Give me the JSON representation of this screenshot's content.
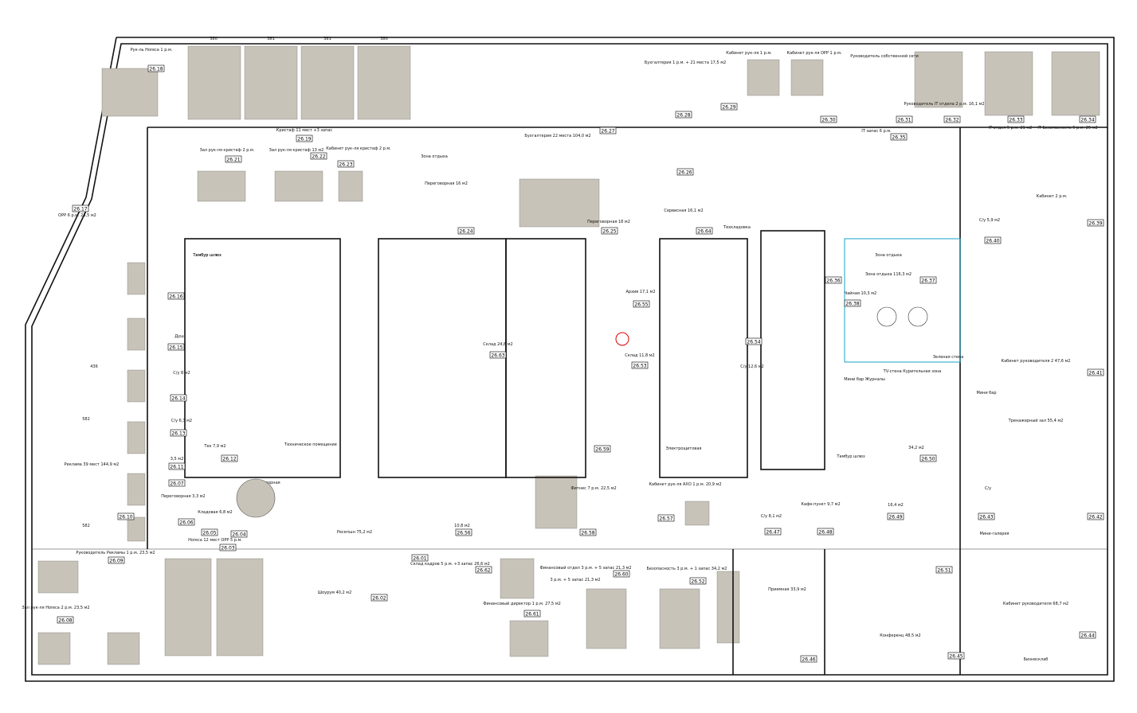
{
  "plan": {
    "rooms": [
      {
        "id": "26.18",
        "label": "Рук-ль Horeca 1 р.м."
      },
      {
        "id": "26.17",
        "label": "ОРР 6 р.м. 23,5 м2"
      },
      {
        "id": "26.21",
        "label": "Зал рук-ля кристаф 2 р.м."
      },
      {
        "id": "26.19",
        "label": "Кристаф 11 мест +3 запас"
      },
      {
        "id": "26.22",
        "label": "Зал рук-ля кристаф 13 м2"
      },
      {
        "id": "26.23",
        "label": "Кабинет рук-ля кристаф 2 р.м."
      },
      {
        "id": "26.27",
        "label": "Бухгалтерия 22 места 104,0 м2"
      },
      {
        "id": "26.28",
        "label": "Бухгалтерия 1 р.м. + 21 места 17,5 м2"
      },
      {
        "id": "26.29",
        "label": "Кабинет рук-ля 1 р.м."
      },
      {
        "id": "26.30",
        "label": "Кабинет рук-ля DPP 1 р.м."
      },
      {
        "id": "26.31",
        "label": "Руководитель собственной сети"
      },
      {
        "id": "26.32",
        "label": "Руководитель IT отдела 2 р.м. 16,1 м2"
      },
      {
        "id": "26.33",
        "label": "IT-отдел 5 р.м. 21 м2"
      },
      {
        "id": "26.34",
        "label": "IT Безопасность 5 р.м. 25 м2"
      },
      {
        "id": "26.35",
        "label": "IT запас 6 р.м."
      },
      {
        "id": "26.26",
        "label": "Сервисная 16,1 м2"
      },
      {
        "id": "26.24",
        "label": "Переговорная 16 м2"
      },
      {
        "id": "26.25",
        "label": "Переговорная 18 м2"
      },
      {
        "id": "26.64",
        "label": "Техкладовка"
      },
      {
        "id": "26.55",
        "label": "Архив 17,1 м2"
      },
      {
        "id": "26.63",
        "label": "Склад 24,8 м2"
      },
      {
        "id": "26.53",
        "label": "Склад 11,8 м2"
      },
      {
        "id": "26.54",
        "label": "С/у 12,6 м2"
      },
      {
        "id": "26.36",
        "label": "Зона отдыха 116,3 м2"
      },
      {
        "id": "26.37",
        "label": "Зона отдыха"
      },
      {
        "id": "26.38",
        "label": "Чайная 10,3 м2"
      },
      {
        "id": "26.39",
        "label": "Кабинет 2 р.м."
      },
      {
        "id": "26.40",
        "label": "С/у 5,9 м2"
      },
      {
        "id": "26.41",
        "label": "Кабинет руководителя 2 47,6 м2"
      },
      {
        "id": "26.42",
        "label": "Тренажерный зал 55,4 м2"
      },
      {
        "id": "26.43",
        "label": "С/у"
      },
      {
        "id": "26.44",
        "label": "Кабинет руководителя 68,7 м2"
      },
      {
        "id": "26.45",
        "label": "Бизнесклаб"
      },
      {
        "id": "26.46",
        "label": "Конференц 48,5 м2"
      },
      {
        "id": "26.47",
        "label": "С/у 8,1 м2"
      },
      {
        "id": "26.48",
        "label": "Кафе-пункт 9,7 м2"
      },
      {
        "id": "26.49",
        "label": "16,4 м2"
      },
      {
        "id": "26.50",
        "label": "34,2 м2"
      },
      {
        "id": "26.51",
        "label": "Приемная 33,9 м2"
      },
      {
        "id": "26.52",
        "label": "Безопасность 3 р.м. + 1 запас 34,2 м2"
      },
      {
        "id": "26.56",
        "label": "Финансовый отдел 3 р.м. + 5 запас 21,3 м2"
      },
      {
        "id": "26.57",
        "label": "Кабинет рук-ля АХО 1 р.м. 20,9 м2"
      },
      {
        "id": "26.58",
        "label": "Фитнес 7 р.м. 22,5 м2"
      },
      {
        "id": "26.59",
        "label": "10,8 м2"
      },
      {
        "id": "26.60",
        "label": "3 р.м. + 5 запас 21,3 м2"
      },
      {
        "id": "26.61",
        "label": "Финансовый директор 1 р.м. 27,5 м2"
      },
      {
        "id": "26.62",
        "label": "Склад кадров 5 р.м. +3 запас 26,6 м2"
      },
      {
        "id": "26.01",
        "label": ""
      },
      {
        "id": "26.02",
        "label": "Шоурум 40,2 м2"
      },
      {
        "id": "26.03",
        "label": "Horeca 12 мест ОРР 5 р.м."
      },
      {
        "id": "26.04",
        "label": "Переговорная"
      },
      {
        "id": "26.05",
        "label": "Кладовая 6,8 м2"
      },
      {
        "id": "26.06",
        "label": "Переговорная 3,3 м2"
      },
      {
        "id": "26.07",
        "label": ""
      },
      {
        "id": "26.08",
        "label": "Зал рук-ля Horeca 2 р.м. 23,5 м2"
      },
      {
        "id": "26.09",
        "label": "Руководитель Рекламы 1 р.м. 23,5 м2"
      },
      {
        "id": "26.10",
        "label": "Реклама 39 мест 144,9 м2"
      },
      {
        "id": "26.11",
        "label": "3,5 м2"
      },
      {
        "id": "26.12",
        "label": "Тех 7,9 м2"
      },
      {
        "id": "26.13",
        "label": "С/у 6,3 м2"
      },
      {
        "id": "26.14",
        "label": "С/у 8 м2"
      },
      {
        "id": "26.15",
        "label": "Душ"
      },
      {
        "id": "26.16",
        "label": "Тамбур шлюз"
      }
    ],
    "labels": {
      "reception": "Ресепшн 75,2 м2",
      "tambur_left": "Тамбур шлюз",
      "tambur_right": "Тамбур шлюз",
      "minibar": "Мини бар Журналы",
      "tv_zone": "TV-стена Курительная зона",
      "electro": "Электрощитовая",
      "tech_left": "Техническое помещение",
      "zone_rest": "Зона отдыха",
      "coffee": "Мини бар",
      "green_wall": "Зеленая стена",
      "montage": "Мини-галерея"
    },
    "dims": {
      "top": [
        "380",
        "381",
        "381",
        "380"
      ],
      "left": [
        "436",
        "582",
        "582"
      ]
    }
  }
}
